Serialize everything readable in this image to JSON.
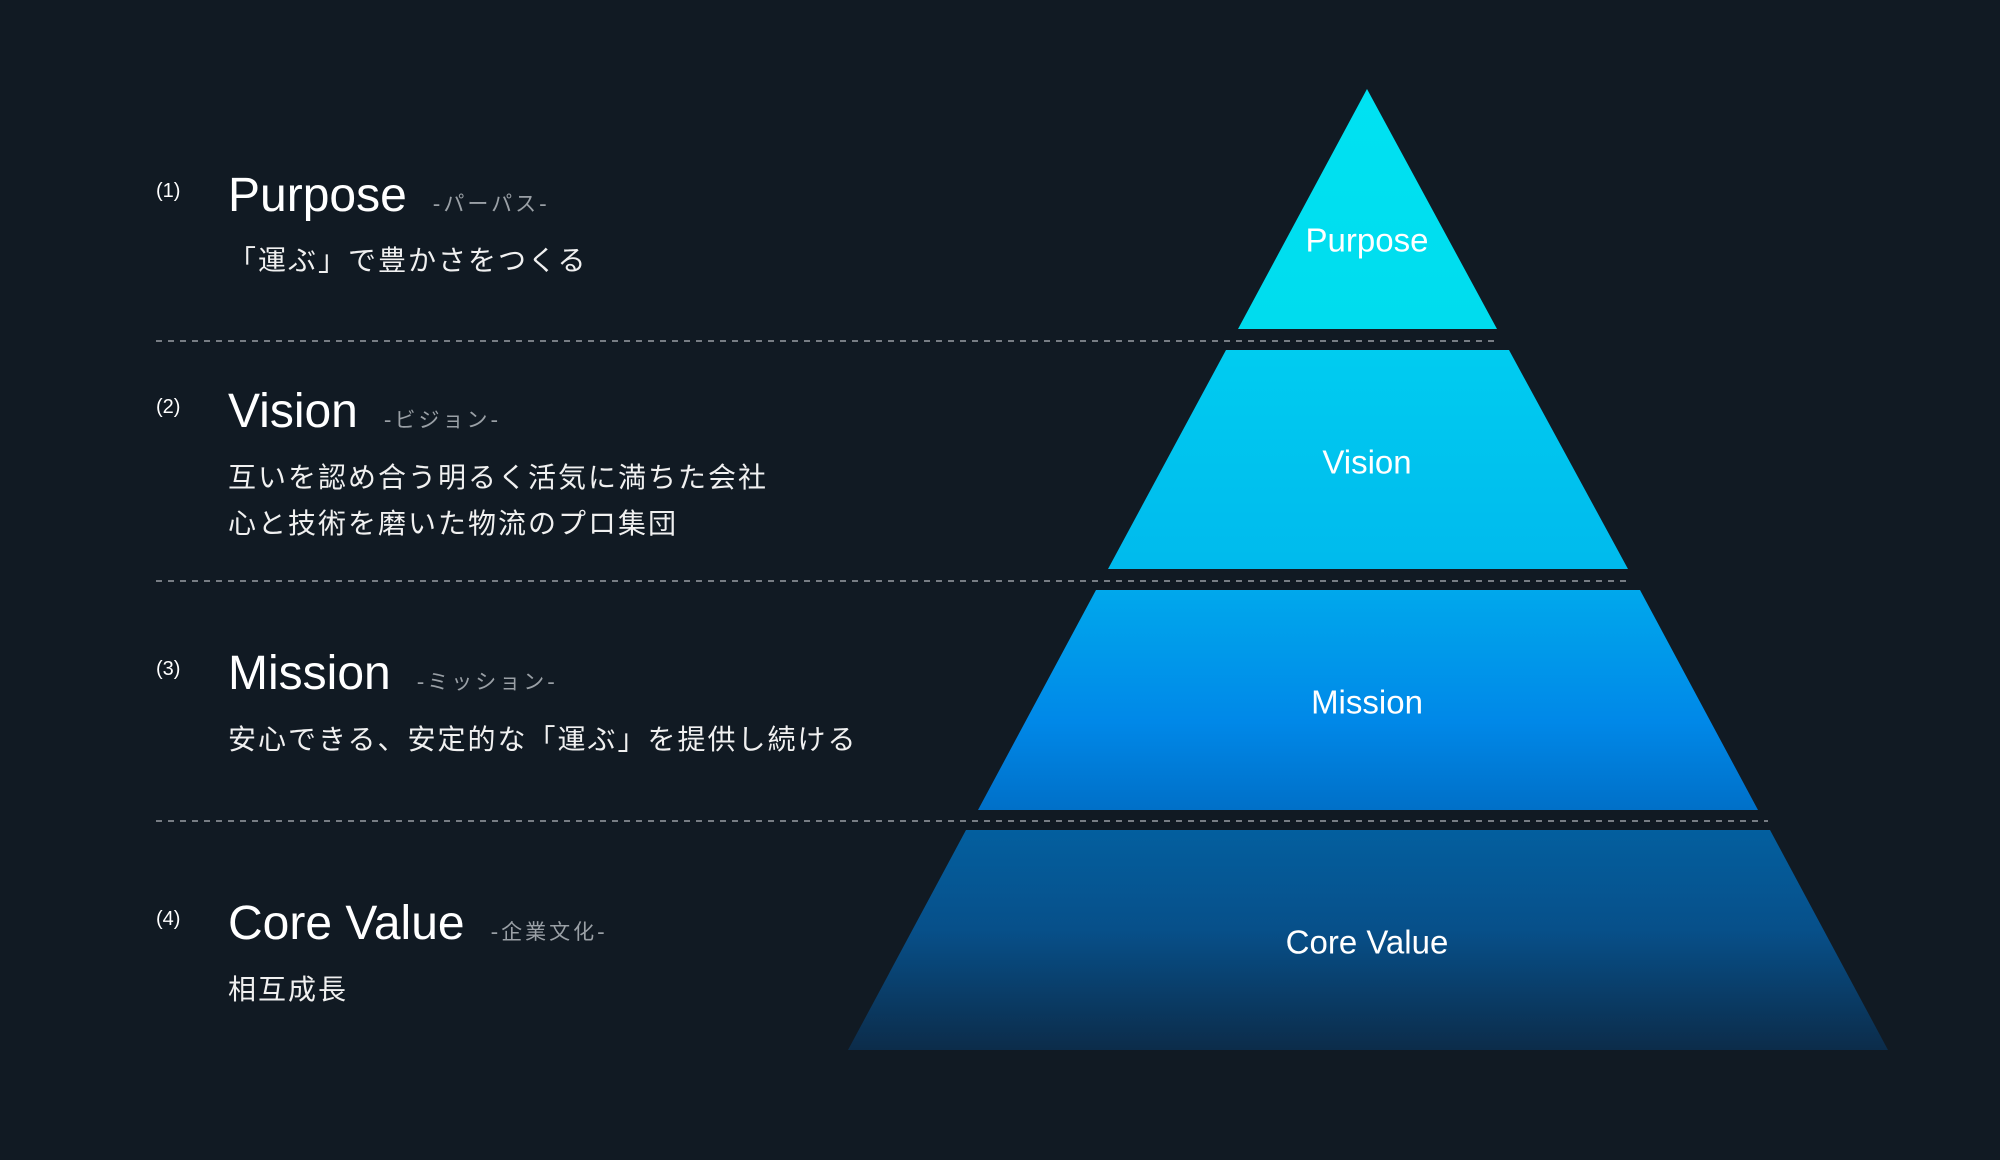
{
  "sections": [
    {
      "number": "(1)",
      "title": "Purpose",
      "kana": "-パーパス-",
      "lines": [
        "「運ぶ」で豊かさをつくる"
      ]
    },
    {
      "number": "(2)",
      "title": "Vision",
      "kana": "-ビジョン-",
      "lines": [
        "互いを認め合う明るく活気に満ちた会社",
        "心と技術を磨いた物流のプロ集団"
      ]
    },
    {
      "number": "(3)",
      "title": "Mission",
      "kana": "-ミッション-",
      "lines": [
        "安心できる、安定的な「運ぶ」を提供し続ける"
      ]
    },
    {
      "number": "(4)",
      "title": "Core Value",
      "kana": "-企業文化-",
      "lines": [
        "相互成長"
      ]
    }
  ],
  "pyramid": {
    "tiers": [
      "Purpose",
      "Vision",
      "Mission",
      "Core Value"
    ]
  },
  "colors": {
    "background": "#111a23",
    "purpose": "#00e0f0",
    "vision": "#00c4ee",
    "mission": "#0090ea",
    "core_value": "#05599a"
  }
}
